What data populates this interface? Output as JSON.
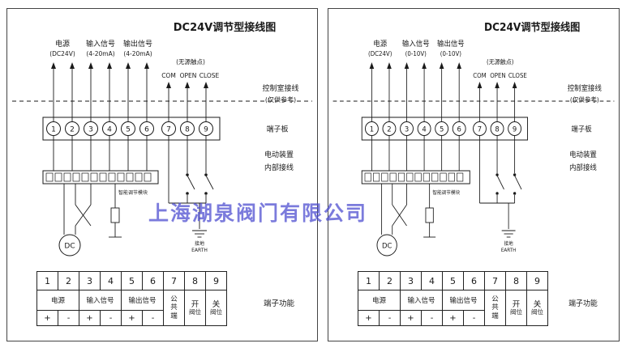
{
  "watermark": "上海湖泉阀门有限公司",
  "colors": {
    "watermark_blue": "#4848ce",
    "line": "#1a1a1a"
  },
  "panels": [
    {
      "title": "DC24V调节型接线图",
      "labels": {
        "power": "电源",
        "power_sub": "(DC24V)",
        "input": "输入信号",
        "input_sub": "(4-20mA)",
        "output": "输出信号",
        "output_sub": "(4-20mA)",
        "passive": "(无源触点)",
        "com": "COM",
        "open": "OPEN",
        "close": "CLOSE",
        "control_room_1": "控制室接线",
        "control_room_2": "(仅供参考)",
        "terminal_board": "端子板",
        "device_1": "电动装置",
        "device_2": "内部接线",
        "module": "智能调节模块",
        "dc": "DC",
        "ground_cn": "接地",
        "ground_en": "EARTH",
        "terminal_function": "端子功能"
      },
      "terminals": [
        "1",
        "2",
        "3",
        "4",
        "5",
        "6",
        "7",
        "8",
        "9"
      ],
      "table": {
        "numbers": [
          "1",
          "2",
          "3",
          "4",
          "5",
          "6",
          "7",
          "8",
          "9"
        ],
        "groups": [
          {
            "label": "电源"
          },
          {
            "label": "输入信号"
          },
          {
            "label": "输出信号"
          }
        ],
        "signs": [
          "+",
          "-",
          "+",
          "-",
          "+",
          "-"
        ],
        "singles": [
          {
            "main": "公共端",
            "sub": ""
          },
          {
            "main": "开",
            "sub": "阀位"
          },
          {
            "main": "关",
            "sub": "阀位"
          }
        ]
      }
    },
    {
      "title": "DC24V调节型接线图",
      "labels": {
        "power": "电源",
        "power_sub": "(DC24V)",
        "input": "输入信号",
        "input_sub": "(0-10V)",
        "output": "输出信号",
        "output_sub": "(0-10V)",
        "passive": "(无源触点)",
        "com": "COM",
        "open": "OPEN",
        "close": "CLOSE",
        "control_room_1": "控制室接线",
        "control_room_2": "(仅供参考)",
        "terminal_board": "端子板",
        "device_1": "电动装置",
        "device_2": "内部接线",
        "module": "智能调节模块",
        "dc": "DC",
        "ground_cn": "接地",
        "ground_en": "EARTH",
        "terminal_function": "端子功能"
      },
      "terminals": [
        "1",
        "2",
        "3",
        "4",
        "5",
        "6",
        "7",
        "8",
        "9"
      ],
      "table": {
        "numbers": [
          "1",
          "2",
          "3",
          "4",
          "5",
          "6",
          "7",
          "8",
          "9"
        ],
        "groups": [
          {
            "label": "电源"
          },
          {
            "label": "输入信号"
          },
          {
            "label": "输出信号"
          }
        ],
        "signs": [
          "+",
          "-",
          "+",
          "-",
          "+",
          "-"
        ],
        "singles": [
          {
            "main": "公共端",
            "sub": ""
          },
          {
            "main": "开",
            "sub": "阀位"
          },
          {
            "main": "关",
            "sub": "阀位"
          }
        ]
      }
    }
  ]
}
